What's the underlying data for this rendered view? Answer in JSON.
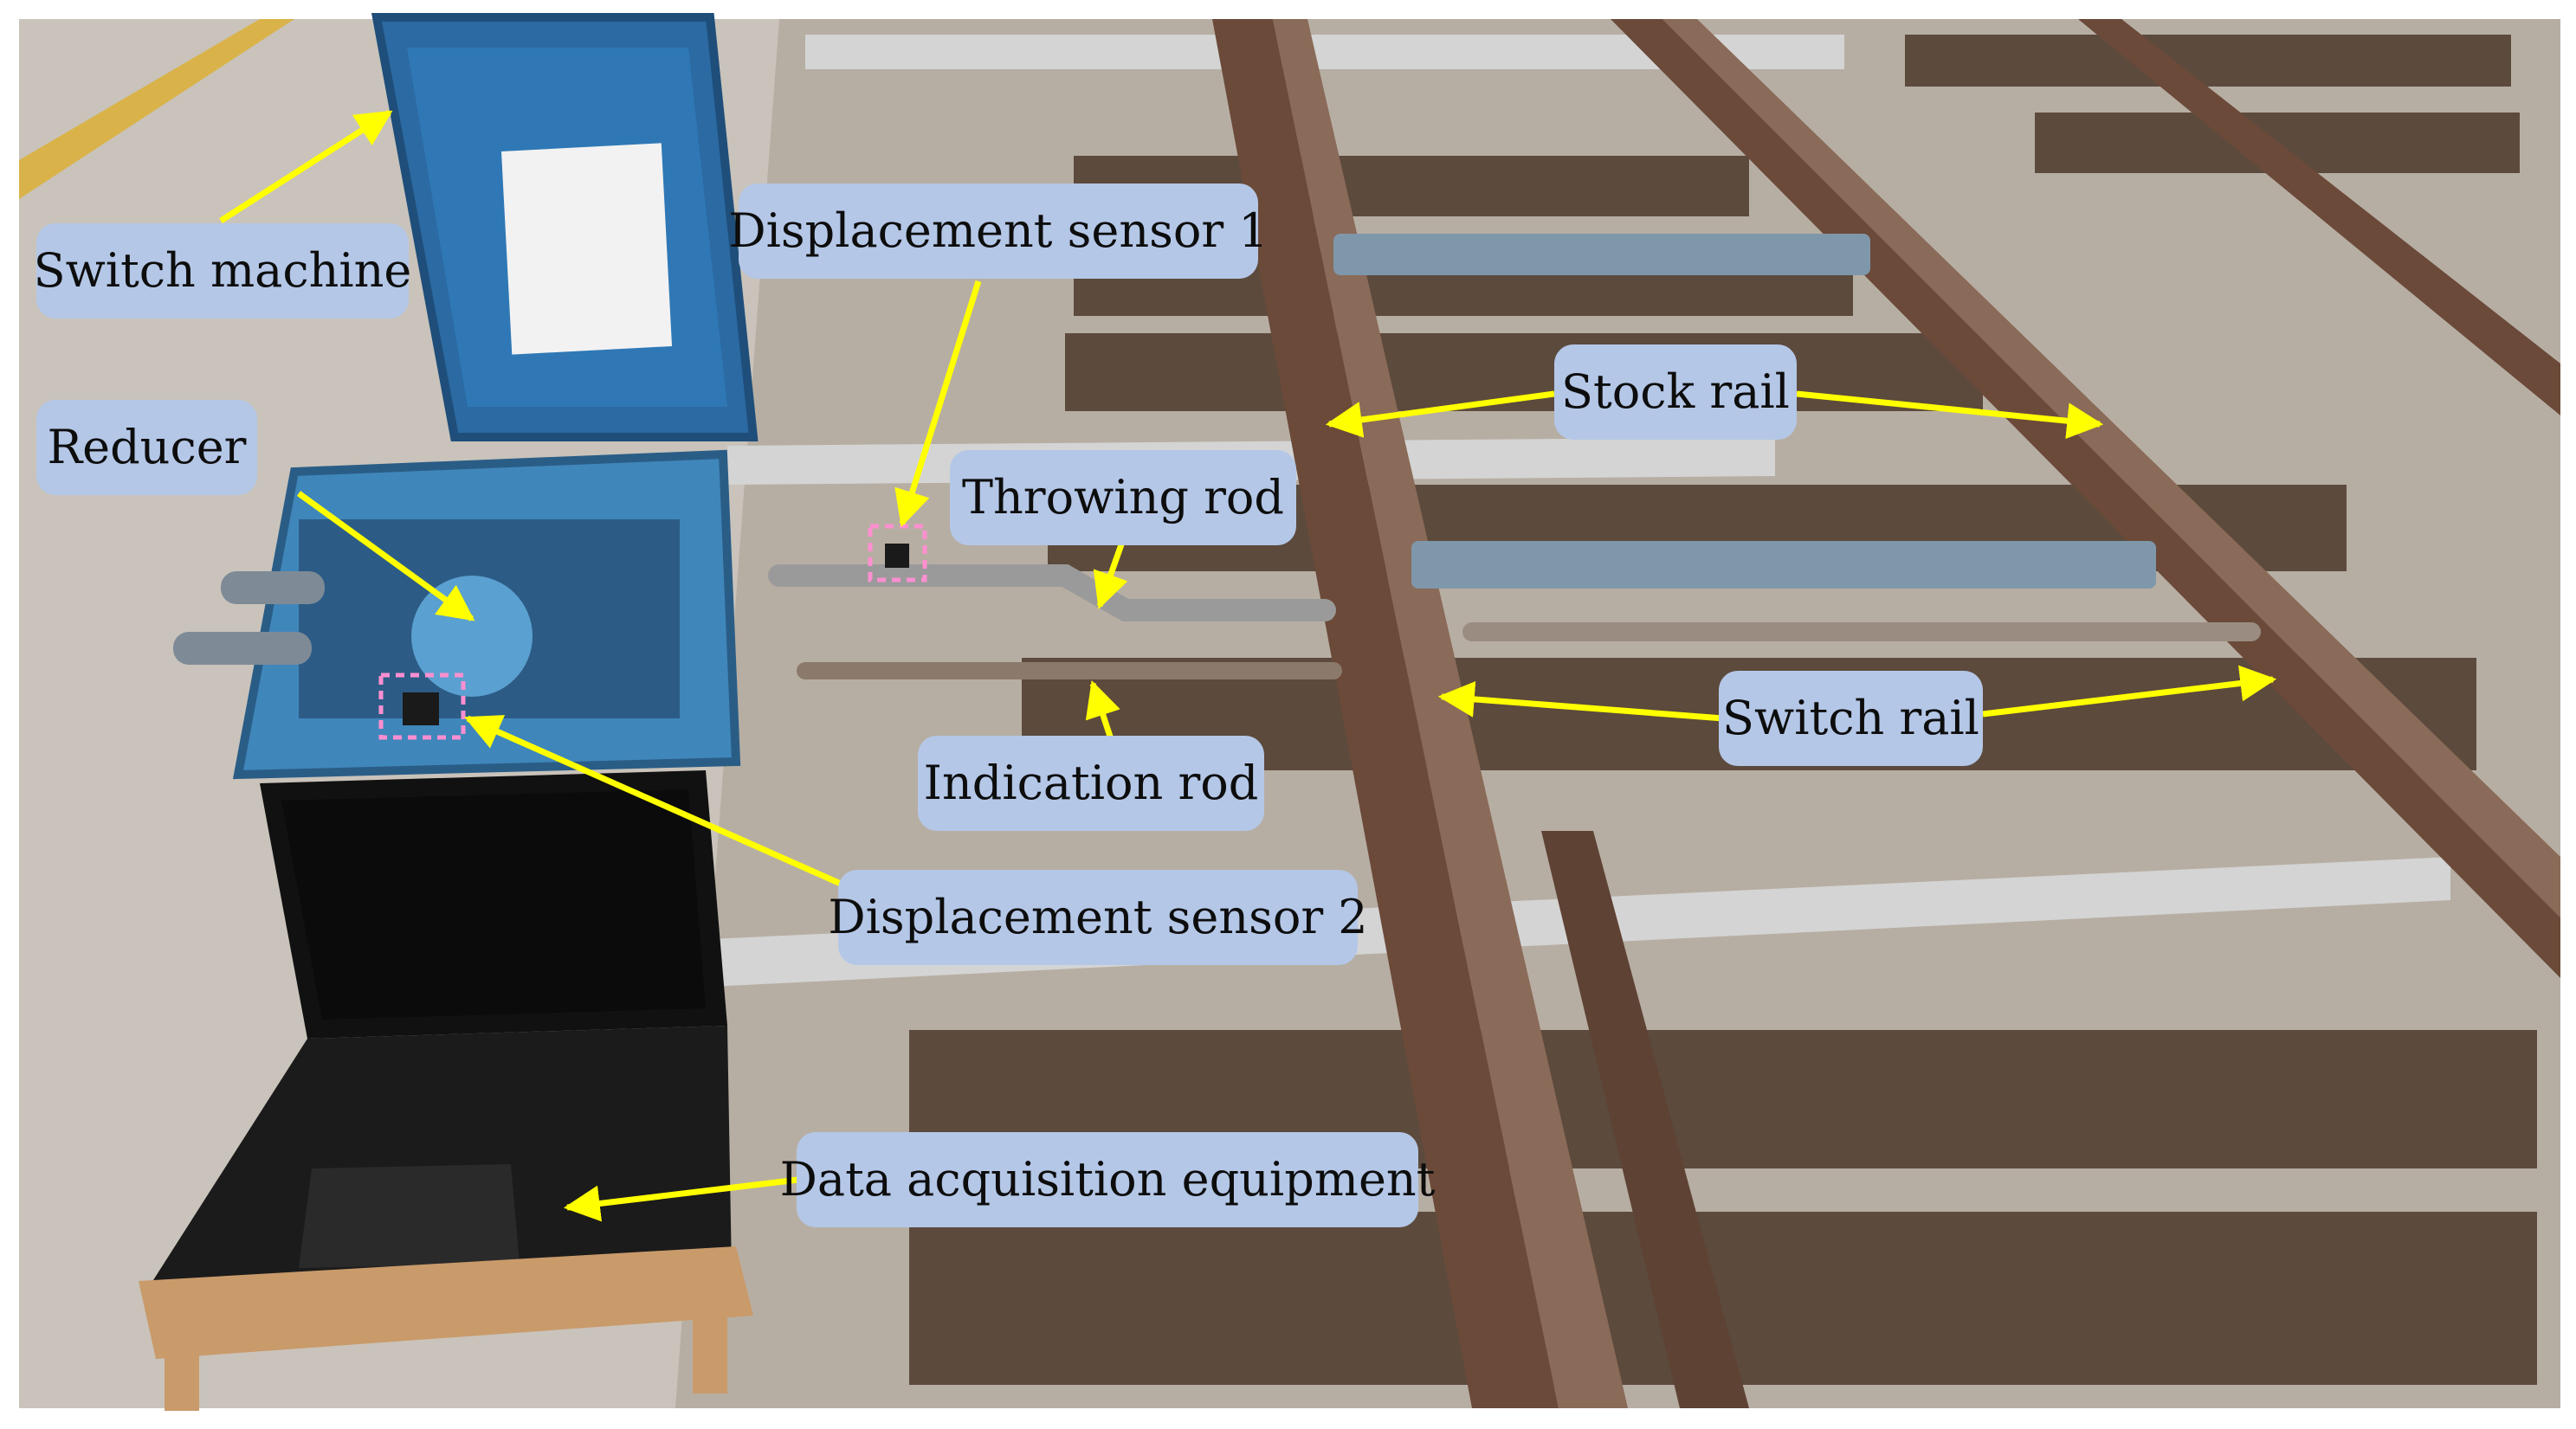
{
  "photo": {
    "description_colors": {
      "annotation_fill": "#b4c7e7",
      "arrow_color": "#ffff00",
      "sensor_marker": "#ff8fd0",
      "machine_blue": "#2e74b5",
      "rail_brown": "#6b4a3a"
    }
  },
  "labels": {
    "switch_machine": "Switch machine",
    "reducer": "Reducer",
    "displacement_sensor_1": "Displacement sensor 1",
    "throwing_rod": "Throwing rod",
    "indication_rod": "Indication rod",
    "displacement_sensor_2": "Displacement sensor 2",
    "stock_rail": "Stock rail",
    "switch_rail": "Switch rail",
    "data_acquisition_equipment": "Data acquisition equipment"
  },
  "icons": {
    "laptop": "laptop-icon",
    "sensor": "sensor-icon"
  }
}
